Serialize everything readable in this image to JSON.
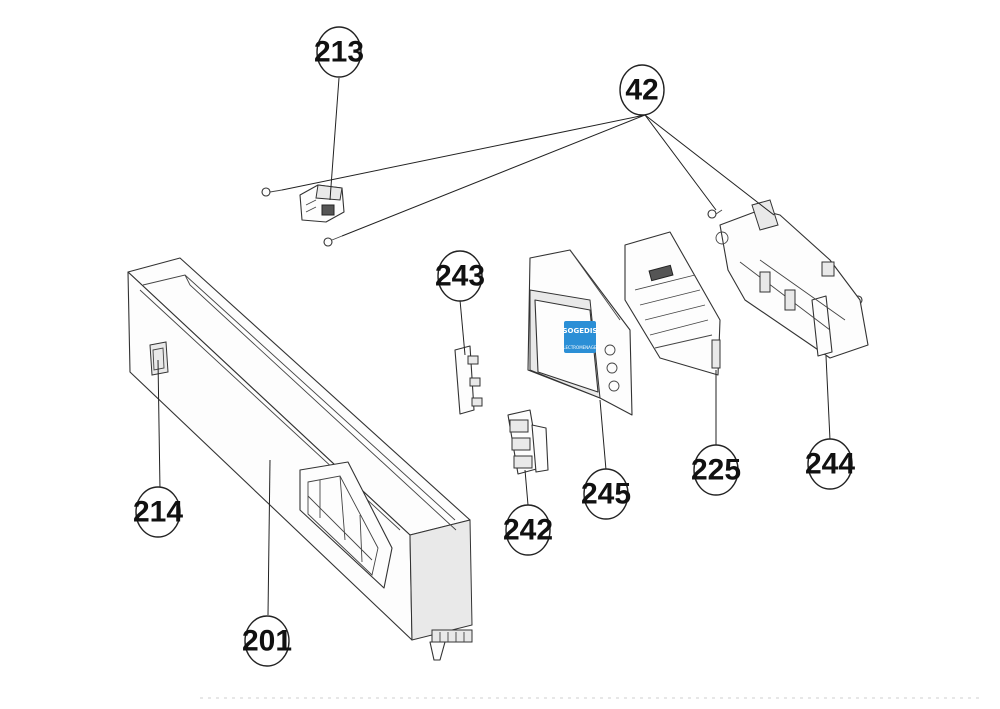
{
  "callouts": {
    "c213": "213",
    "c42": "42",
    "c243": "243",
    "c214": "214",
    "c201": "201",
    "c242": "242",
    "c245": "245",
    "c225": "225",
    "c244": "244"
  },
  "watermark": {
    "brand": "SOGEDIS",
    "tagline": "ELECTROMENAGER",
    "color": "#2b8fd6"
  }
}
